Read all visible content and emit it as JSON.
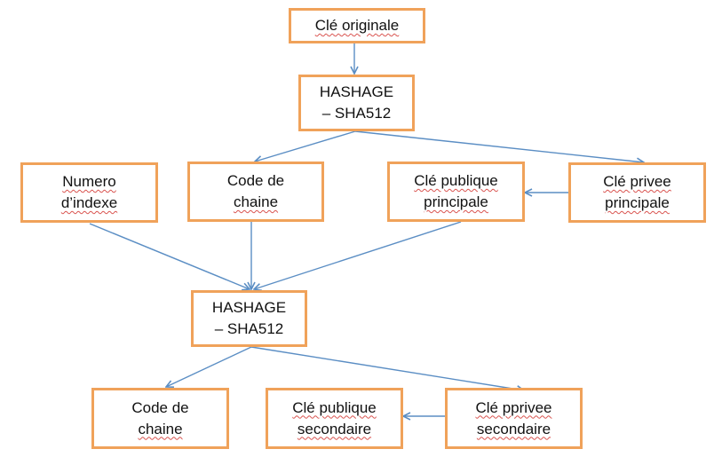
{
  "colors": {
    "box_border": "#f0a25a",
    "arrow": "#5b8ec4",
    "spell_underline": "#d9534f",
    "text": "#111111"
  },
  "nodes": {
    "cle_originale": {
      "line1": "Clé originale"
    },
    "hash1": {
      "line1": "HASHAGE",
      "line2": "– SHA512"
    },
    "numero_index": {
      "line1": "Numero",
      "line2": "d’indexe"
    },
    "code_chaine_1": {
      "line1": "Code de",
      "line2": "chaine"
    },
    "cle_publique_principale": {
      "line1": "Clé publique",
      "line2": "principale"
    },
    "cle_privee_principale": {
      "line1": "Clé privee",
      "line2": "principale"
    },
    "hash2": {
      "line1": "HASHAGE",
      "line2": "– SHA512"
    },
    "code_chaine_2": {
      "line1": "Code de",
      "line2": "chaine"
    },
    "cle_publique_secondaire": {
      "line1": "Clé publique",
      "line2": "secondaire"
    },
    "cle_privee_secondaire": {
      "line1": "Clé pprivee",
      "line2": "secondaire"
    }
  }
}
